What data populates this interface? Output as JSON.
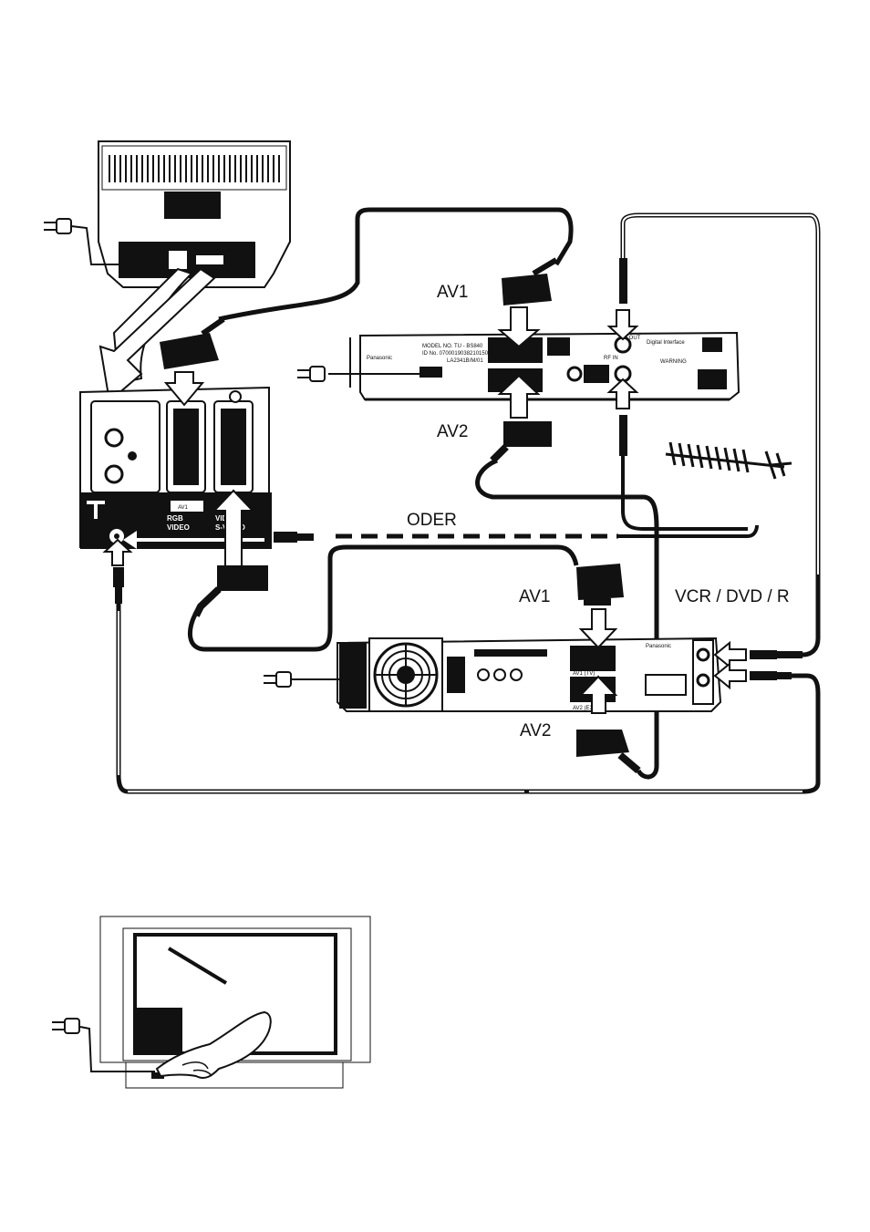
{
  "labels": {
    "receiver_av1": "AV1",
    "receiver_av2": "AV2",
    "oder": "ODER",
    "recorder_av1": "AV1",
    "recorder_av2": "AV2",
    "recorder_type": "VCR / DVD / R",
    "tv_panel_av1": "AV1",
    "tv_panel_rgb": "RGB",
    "tv_panel_video": "VIDEO",
    "tv_panel_video2": "VIDEO",
    "tv_panel_svideo": "S-VIDEO",
    "receiver_brand": "Panasonic",
    "receiver_model": "MODEL NO.  TU - BS840",
    "receiver_id": "ID No. 07000190382101504",
    "receiver_serial": "LA2341B/M/01",
    "receiver_warning": "WARNING",
    "receiver_digital": "Digital Interface",
    "receiver_rfout": "RF OUT",
    "receiver_rfin": "RF IN",
    "recorder_brand": "Panasonic",
    "recorder_av1_small": "AV1 (TV)",
    "recorder_av2_small": "AV2 (EXT)"
  },
  "colors": {
    "ink": "#111111",
    "paper": "#ffffff",
    "panel": "#1a1a1a"
  },
  "icons": {
    "plug": "power-plug-icon",
    "antenna": "antenna-icon",
    "hand": "hand-pointing-icon",
    "fan": "fan-grille-icon"
  }
}
